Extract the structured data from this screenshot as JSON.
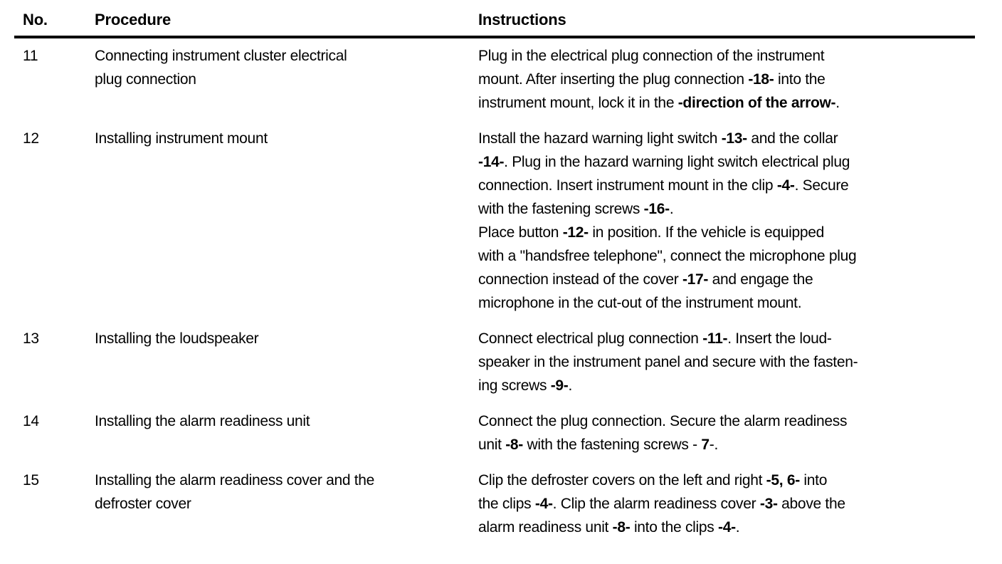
{
  "page": {
    "background": "#ffffff",
    "text_color": "#000000"
  },
  "table": {
    "headers": [
      {
        "key": "no",
        "label": "No."
      },
      {
        "key": "procedure",
        "label": "Procedure"
      },
      {
        "key": "instructions",
        "label": "Instructions"
      }
    ],
    "rows": [
      {
        "no": "11",
        "procedure": "Connecting instrument cluster electrical\nplug connection",
        "instructions": [
          [
            {
              "text": "Plug in the electrical plug connection of the instrument\nmount. After inserting the plug connection "
            },
            {
              "text": "-18-",
              "bold": true
            },
            {
              "text": " into the\ninstrument mount, lock it in the "
            },
            {
              "text": "-direction of the arrow-",
              "bold": true
            },
            {
              "text": "."
            }
          ]
        ]
      },
      {
        "no": "12",
        "procedure": "Installing instrument mount",
        "instructions": [
          [
            {
              "text": "Install the hazard warning light switch "
            },
            {
              "text": "-13-",
              "bold": true
            },
            {
              "text": " and the collar\n"
            },
            {
              "text": "-14-",
              "bold": true
            },
            {
              "text": ". Plug in the hazard warning light switch electrical plug\nconnection. Insert instrument mount in the clip "
            },
            {
              "text": "-4-",
              "bold": true
            },
            {
              "text": ". Secure\nwith the fastening screws "
            },
            {
              "text": "-16-",
              "bold": true
            },
            {
              "text": ".\nPlace button "
            },
            {
              "text": "-12-",
              "bold": true
            },
            {
              "text": " in position. If the vehicle is equipped\nwith a \"handsfree telephone\", connect the microphone plug\nconnection instead of the cover "
            },
            {
              "text": "-17-",
              "bold": true
            },
            {
              "text": " and engage the\nmicrophone in the cut-out of the instrument mount."
            }
          ]
        ]
      },
      {
        "no": "13",
        "procedure": "Installing the loudspeaker",
        "instructions": [
          [
            {
              "text": "Connect electrical plug connection "
            },
            {
              "text": "-11-",
              "bold": true
            },
            {
              "text": ". Insert the loud-\nspeaker in the instrument panel and secure with the fasten-\ning screws "
            },
            {
              "text": "-9-",
              "bold": true
            },
            {
              "text": "."
            }
          ]
        ]
      },
      {
        "no": "14",
        "procedure": "Installing the alarm readiness unit",
        "instructions": [
          [
            {
              "text": "Connect the plug connection. Secure the alarm readiness\nunit "
            },
            {
              "text": "-8-",
              "bold": true
            },
            {
              "text": " with the fastening screws - "
            },
            {
              "text": "7",
              "bold": true
            },
            {
              "text": "-."
            }
          ]
        ]
      },
      {
        "no": "15",
        "procedure": "Installing the alarm readiness cover and the\ndefroster cover",
        "instructions": [
          [
            {
              "text": "Clip the defroster covers on the left and right "
            },
            {
              "text": "-5, 6-",
              "bold": true
            },
            {
              "text": " into\nthe clips "
            },
            {
              "text": "-4-",
              "bold": true
            },
            {
              "text": ". Clip the alarm readiness cover "
            },
            {
              "text": "-3-",
              "bold": true
            },
            {
              "text": " above the\nalarm readiness unit "
            },
            {
              "text": "-8-",
              "bold": true
            },
            {
              "text": " into the clips "
            },
            {
              "text": "-4-",
              "bold": true
            },
            {
              "text": "."
            }
          ]
        ]
      }
    ]
  }
}
